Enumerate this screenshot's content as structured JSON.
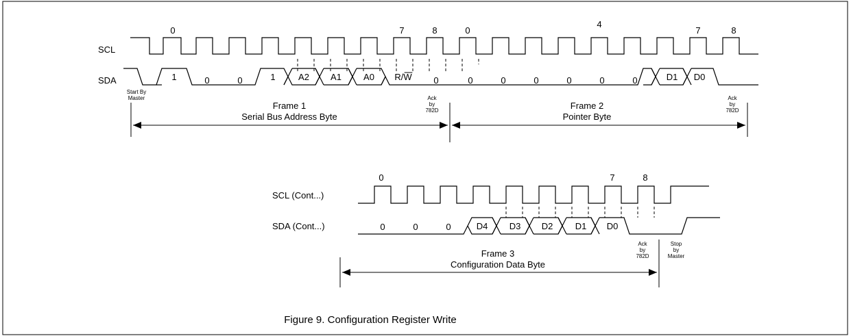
{
  "signals": {
    "scl": "SCL",
    "sda": "SDA",
    "scl_cont": "SCL (Cont...)",
    "sda_cont": "SDA (Cont...)"
  },
  "top": {
    "clock_numbers": [
      "0",
      "7",
      "8",
      "0",
      "4",
      "7",
      "8"
    ],
    "sda_bits": [
      "1",
      "0",
      "0",
      "1",
      "A2",
      "A1",
      "A0",
      "R/W",
      "0",
      "0",
      "0",
      "0",
      "0",
      "0",
      "0",
      "D1",
      "D0"
    ],
    "start": [
      "Start By",
      "Master"
    ],
    "ack1": [
      "Ack",
      "by",
      "782D"
    ],
    "ack2": [
      "Ack",
      "by",
      "782D"
    ],
    "frame1_title": "Frame 1",
    "frame1_subtitle": "Serial Bus Address Byte",
    "frame2_title": "Frame 2",
    "frame2_subtitle": "Pointer Byte"
  },
  "bottom": {
    "clock_numbers": [
      "0",
      "7",
      "8"
    ],
    "sda_bits": [
      "0",
      "0",
      "0",
      "D4",
      "D3",
      "D2",
      "D1",
      "D0"
    ],
    "ack": [
      "Ack",
      "by",
      "782D"
    ],
    "stop": [
      "Stop",
      "by",
      "Master"
    ],
    "frame3_title": "Frame 3",
    "frame3_subtitle": "Configuration Data Byte"
  },
  "caption": "Figure 9. Configuration Register Write"
}
